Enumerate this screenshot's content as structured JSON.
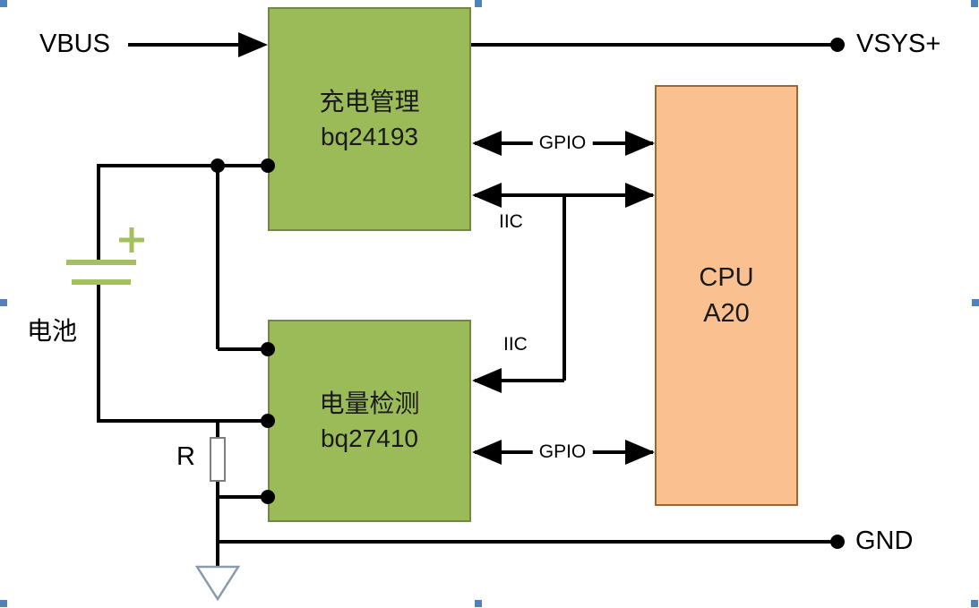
{
  "labels": {
    "vbus": "VBUS",
    "vsys_plus": "VSYS+",
    "gnd": "GND",
    "battery": "电池",
    "resistor": "R",
    "gpio_top": "GPIO",
    "gpio_bottom": "GPIO",
    "iic_top": "IIC",
    "iic_branch": "IIC"
  },
  "blocks": {
    "charger": {
      "title": "充电管理",
      "part": "bq24193"
    },
    "gauge": {
      "title": "电量检测",
      "part": "bq27410"
    },
    "cpu": {
      "line1": "CPU",
      "line2": "A20"
    }
  },
  "colors": {
    "green_block_fill": "#9BBB59",
    "green_block_border": "#71893F",
    "orange_block_fill": "#FAC090",
    "orange_block_border": "#99682F",
    "wire": "#000000",
    "battery_symbol": "#A3BF5F",
    "resistor_border": "#7F7F7F",
    "ground_symbol_stroke": "#8A9BB0",
    "selection_handle": "#4F81BD"
  }
}
